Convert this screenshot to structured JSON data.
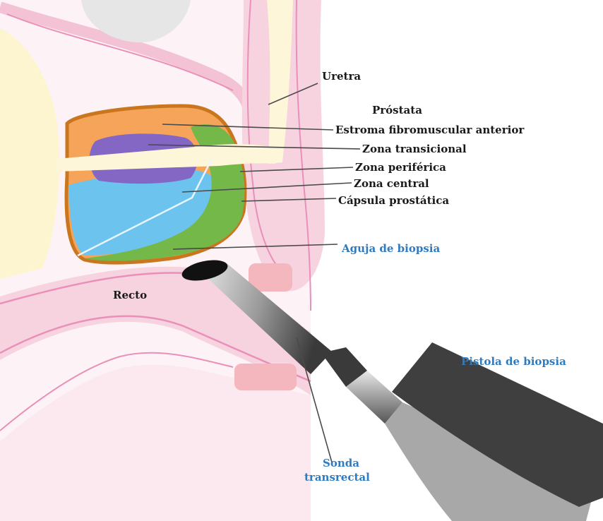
{
  "labels": {
    "uretra": "Uretra",
    "prostata": "Próstata",
    "estroma": "Estroma fibromuscular anterior",
    "transicional": "Zona transicional",
    "periferica": "Zona periférica",
    "central": "Zona central",
    "capsula": "Cápsula prostática",
    "aguja": "Aguja de biopsia",
    "recto": "Recto",
    "pistola": "Pistola de biopsia",
    "sonda_1": "Sonda",
    "sonda_2": "transrectal"
  },
  "colors": {
    "label_text": "#1a1a1a",
    "label_blue": "#2e7bbf",
    "tissue_pink": "#f7d3e0",
    "tissue_light": "#fbe9ef",
    "membrane_pink": "#ea8fb8",
    "urethra_yellow": "#fdf6d8",
    "bladder_yellow": "#fdf5cf",
    "bone_gray": "#e6e6e6",
    "estroma_orange": "#f5a45a",
    "capsule_brown": "#c9761e",
    "transicional_purple": "#8466c4",
    "periferica_green": "#74b84a",
    "central_blue": "#6cc4ee",
    "probe_gray": "#a8a8a8",
    "gun_dark": "#3f3f3f"
  }
}
